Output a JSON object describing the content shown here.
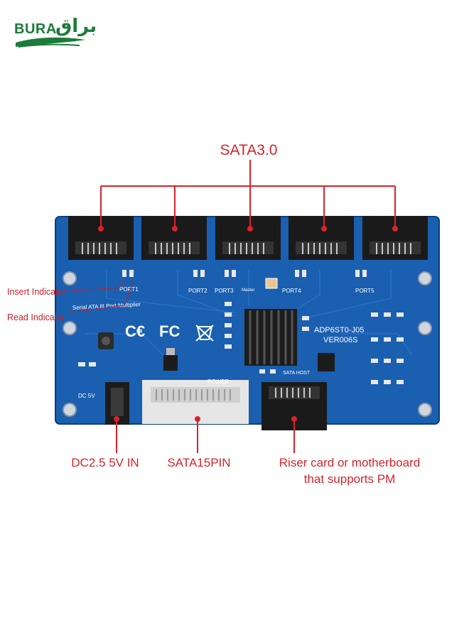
{
  "logo": {
    "latin": "BURA",
    "arabic": "براق"
  },
  "labels": {
    "top": "SATA3.0",
    "dc_in": "DC2.5 5V IN",
    "sata15": "SATA15PIN",
    "riser": "Riser card or motherboard that supports PM",
    "insert": "Insert Indicator",
    "read": "Read Indicator"
  },
  "board_print": {
    "model": "ADP6ST0-J05",
    "version": "VER006S",
    "ports": [
      "PORT1",
      "PORT2",
      "PORT3",
      "PORT4",
      "PORT5"
    ],
    "silk_title": "Serial ATA III Port Multiplier",
    "power": "POWER",
    "host": "SATA HOST",
    "dc": "DC 5V",
    "master": "Master"
  },
  "colors": {
    "board": "#1a5fb0",
    "accent": "#d8232a",
    "logo": "#1c7b3a"
  }
}
